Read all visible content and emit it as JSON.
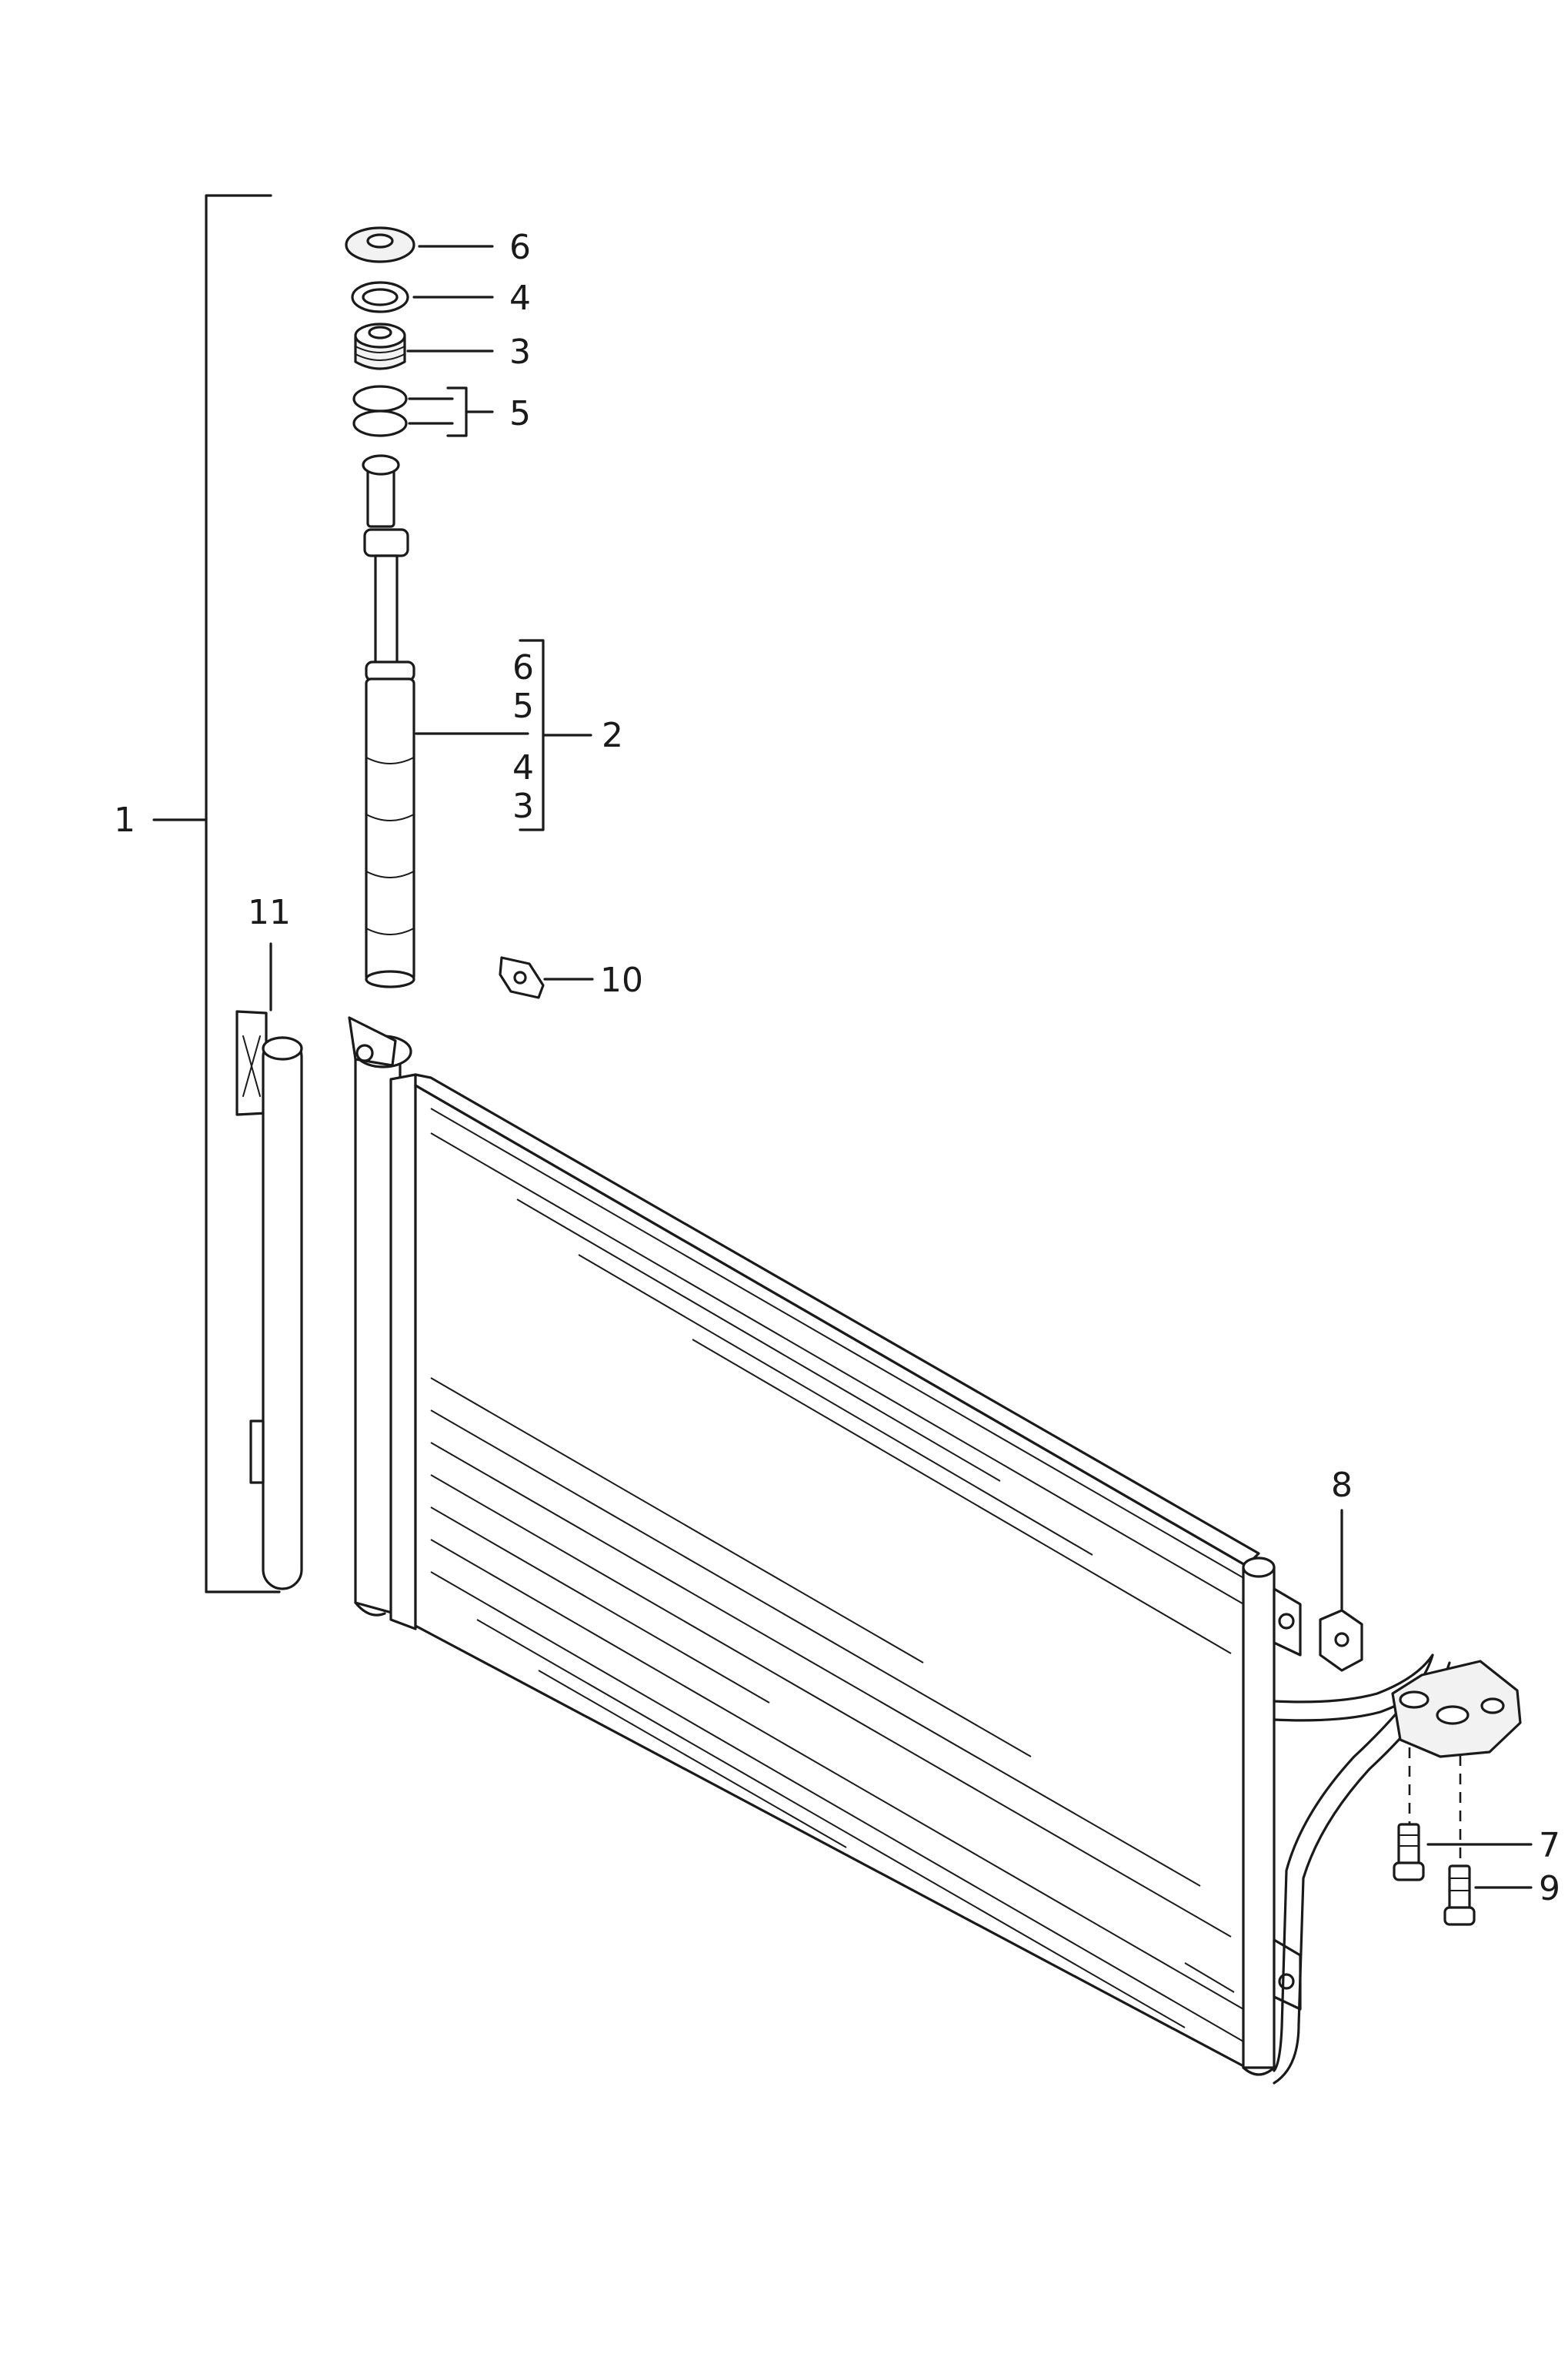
{
  "callouts": {
    "c1": "1",
    "c2": "2",
    "c2_list": [
      "6",
      "5",
      "4",
      "3"
    ],
    "c3": "3",
    "c4": "4",
    "c5": "5",
    "c6": "6",
    "c7": "7",
    "c8": "8",
    "c9": "9",
    "c10": "10",
    "c11": "11"
  }
}
